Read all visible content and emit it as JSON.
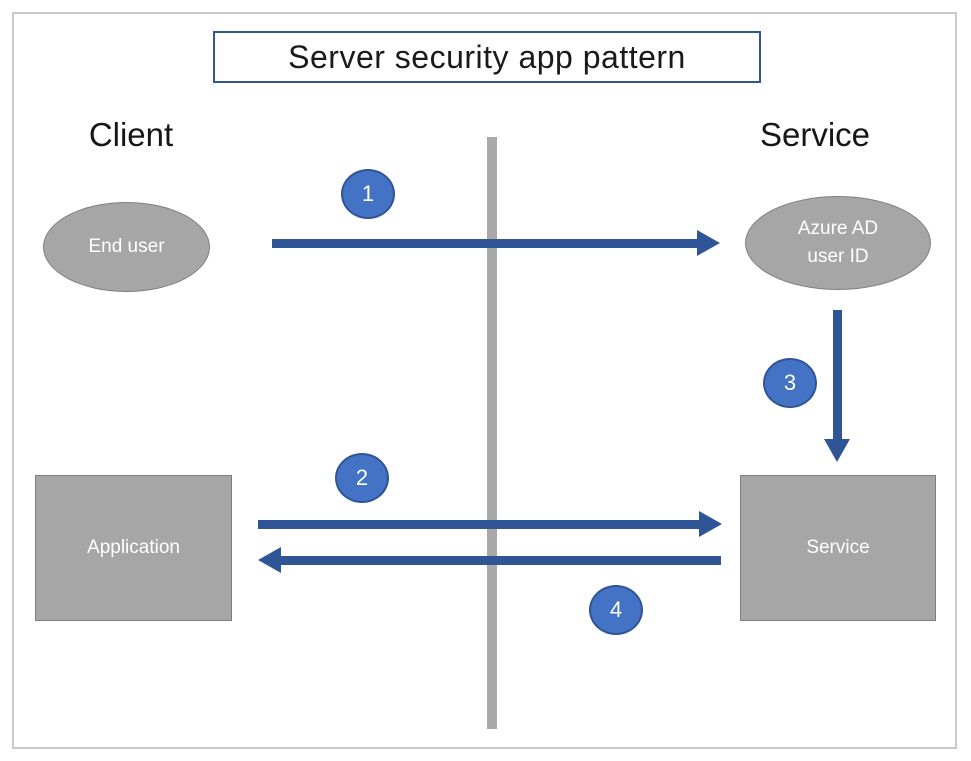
{
  "diagram": {
    "title": "Server security app pattern",
    "columns": {
      "left": "Client",
      "right": "Service"
    },
    "nodes": {
      "end_user": {
        "label": "End user",
        "shape": "ellipse",
        "column": "Client"
      },
      "azure_ad_user_id": {
        "label_line1": "Azure AD",
        "label_line2": "user ID",
        "shape": "ellipse",
        "column": "Service"
      },
      "application": {
        "label": "Application",
        "shape": "rectangle",
        "column": "Client"
      },
      "service": {
        "label": "Service",
        "shape": "rectangle",
        "column": "Service"
      }
    },
    "steps": [
      {
        "number": "1",
        "from": "End user",
        "to": "Azure AD user ID",
        "direction": "right"
      },
      {
        "number": "2",
        "from": "Application",
        "to": "Service",
        "direction": "right"
      },
      {
        "number": "3",
        "from": "Azure AD user ID",
        "to": "Service",
        "direction": "down"
      },
      {
        "number": "4",
        "from": "Service",
        "to": "Application",
        "direction": "left"
      }
    ],
    "colors": {
      "arrow": "#2f5597",
      "badge_fill": "#4472c4",
      "badge_border": "#2f5597",
      "shape_fill": "#a6a6a6",
      "shape_border": "#7f7f7f",
      "divider": "#a9a9a9",
      "title_border": "#2f5597",
      "page_border": "#c9c9c9"
    }
  }
}
